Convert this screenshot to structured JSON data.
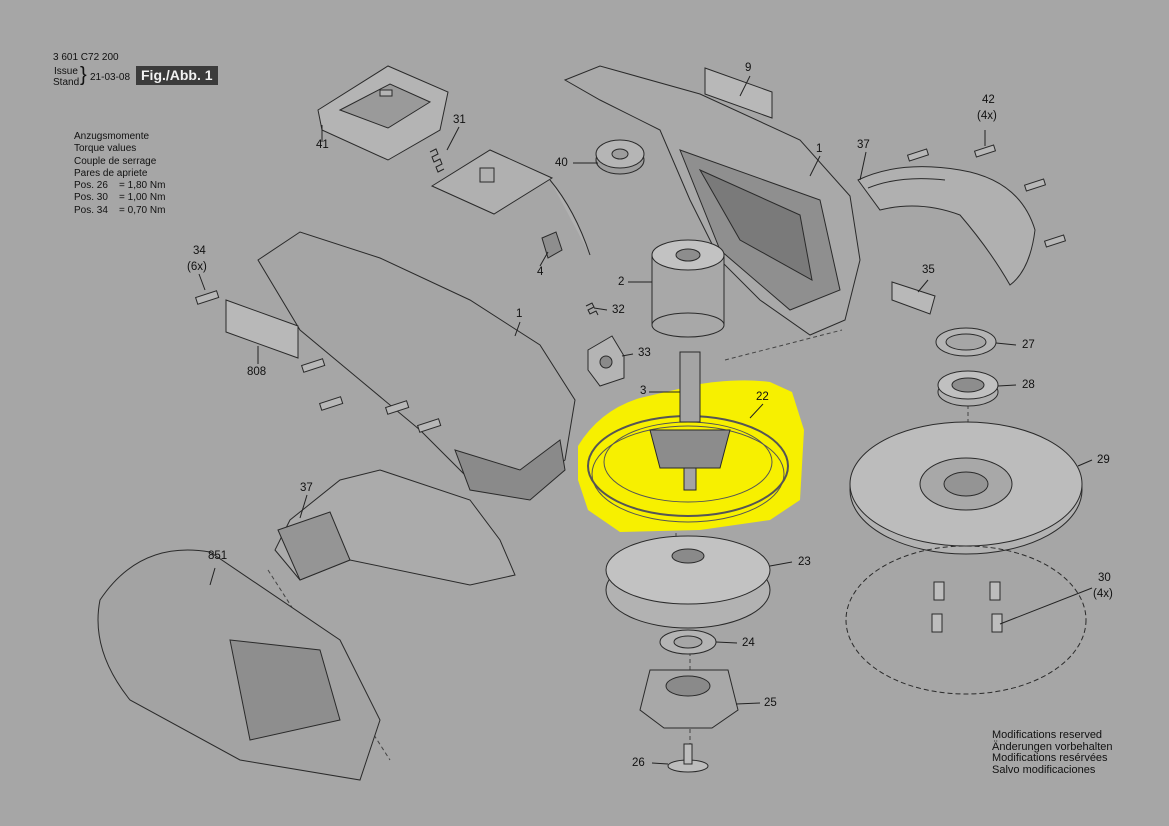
{
  "header": {
    "part_number": "3 601 C72 200",
    "issue_label": "Issue",
    "stand_label": "Stand",
    "brace": "}",
    "date": "21-03-08",
    "figure": "Fig./Abb. 1"
  },
  "torque": {
    "titles": [
      "Anzugsmomente",
      "Torque values",
      "Couple de serrage",
      "Pares de apriete"
    ],
    "rows": [
      "Pos. 26    = 1,80 Nm",
      "Pos. 30    = 1,00 Nm",
      "Pos. 34    = 0,70 Nm"
    ]
  },
  "modifications": [
    "Modifications reserved",
    "Änderungen vorbehalten",
    "Modifications resérvées",
    "Salvo modificaciones"
  ],
  "labels": {
    "l9": "9",
    "l1a": "1",
    "l1b": "1",
    "l37a": "37",
    "l37b": "37",
    "l42": "42",
    "l42q": "(4x)",
    "l41": "41",
    "l31": "31",
    "l40": "40",
    "l34": "34",
    "l34q": "(6x)",
    "l4": "4",
    "l2": "2",
    "l35": "35",
    "l32": "32",
    "l808": "808",
    "l33": "33",
    "l27": "27",
    "l3": "3",
    "l22": "22",
    "l28": "28",
    "l29": "29",
    "l851": "851",
    "l23": "23",
    "l30": "30",
    "l30q": "(4x)",
    "l24": "24",
    "l25": "25",
    "l26": "26"
  },
  "colors": {
    "background": "#a6a6a6",
    "highlight": "#f7f000",
    "fig_box": "#3b3b3b"
  }
}
